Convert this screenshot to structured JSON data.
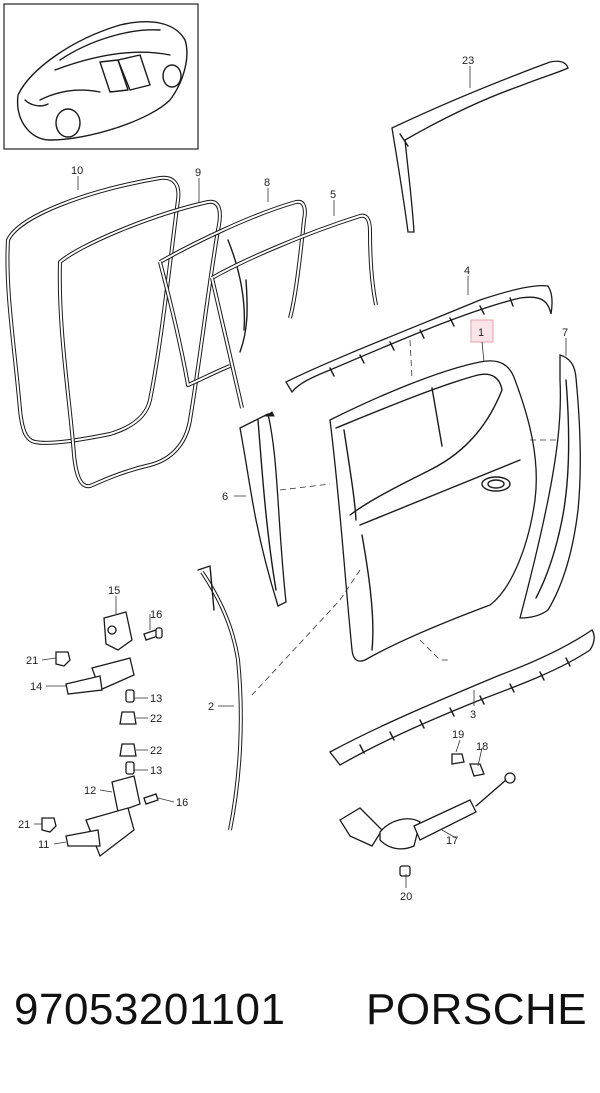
{
  "callouts": {
    "c1": "1",
    "c2": "2",
    "c3": "3",
    "c4": "4",
    "c5": "5",
    "c6": "6",
    "c7": "7",
    "c8": "8",
    "c9": "9",
    "c10": "10",
    "c11": "11",
    "c12": "12",
    "c13a": "13",
    "c13b": "13",
    "c14": "14",
    "c15": "15",
    "c16a": "16",
    "c16b": "16",
    "c17": "17",
    "c18": "18",
    "c19": "19",
    "c20": "20",
    "c21a": "21",
    "c21b": "21",
    "c22a": "22",
    "c22b": "22",
    "c23": "23"
  },
  "highlight_color": "#e8a0a8",
  "footer": {
    "part_number": "97053201101",
    "brand": "PORSCHE"
  }
}
